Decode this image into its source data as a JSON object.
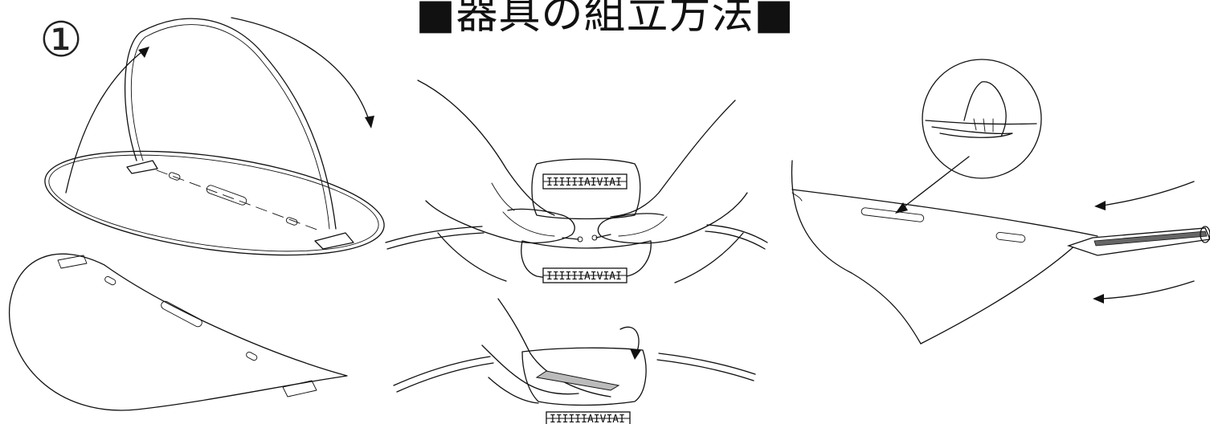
{
  "title": "■器具の組立方法■",
  "step_number": "①",
  "tags": {
    "tag_a": "IIIIIIAIVIAI",
    "tag_b": "IIIIIIAIVIAI",
    "tag_c": "IIIIIIAIVIAI"
  }
}
